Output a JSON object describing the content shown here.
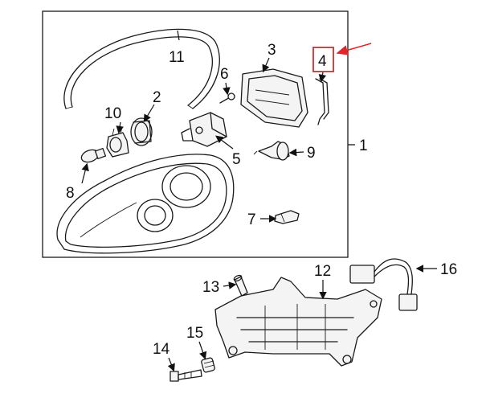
{
  "diagram": {
    "colors": {
      "line": "#1a1a1a",
      "highlight_box": "#e0262b",
      "highlight_arrow": "#e0262b",
      "background": "#ffffff"
    },
    "callouts": [
      {
        "id": "1",
        "label": "1"
      },
      {
        "id": "2",
        "label": "2"
      },
      {
        "id": "3",
        "label": "3"
      },
      {
        "id": "4",
        "label": "4"
      },
      {
        "id": "5",
        "label": "5"
      },
      {
        "id": "6",
        "label": "6"
      },
      {
        "id": "7",
        "label": "7"
      },
      {
        "id": "8",
        "label": "8"
      },
      {
        "id": "9",
        "label": "9"
      },
      {
        "id": "10",
        "label": "10"
      },
      {
        "id": "11",
        "label": "11"
      },
      {
        "id": "12",
        "label": "12"
      },
      {
        "id": "13",
        "label": "13"
      },
      {
        "id": "14",
        "label": "14"
      },
      {
        "id": "15",
        "label": "15"
      },
      {
        "id": "16",
        "label": "16"
      }
    ],
    "highlighted_part": "4"
  }
}
